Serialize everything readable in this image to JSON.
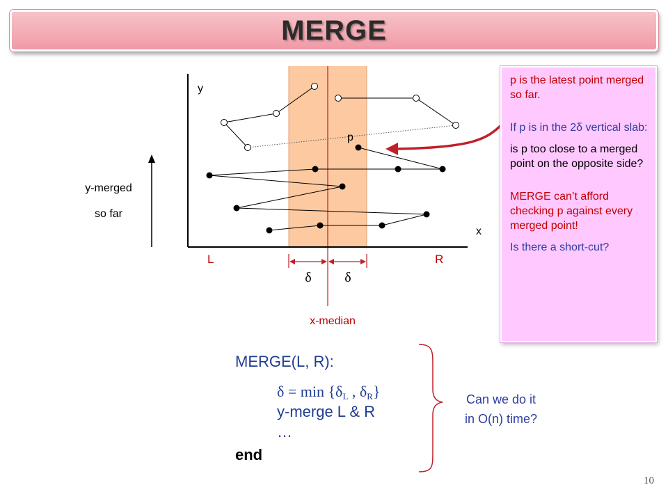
{
  "title": "MERGE",
  "axes": {
    "y_label": "y",
    "x_label": "x"
  },
  "side_label": {
    "line1": "y-merged",
    "line2": "so far"
  },
  "region_labels": {
    "left": "L",
    "right": "R"
  },
  "delta_symbol": "δ",
  "median_label": "x-median",
  "point_label": "p",
  "callout": {
    "line1": "p is the latest point merged so far.",
    "line2": "If p is in the 2δ vertical slab:",
    "line3": "is p too close to a merged point on the opposite side?",
    "line4": "MERGE can’t afford checking p against every merged point!",
    "line5": "Is there a short-cut?"
  },
  "code": {
    "header": "MERGE(L, R):",
    "delta_line_prefix": "δ = min {δ",
    "sub_L": "L",
    "comma": " , δ",
    "sub_R": "R",
    "close": "}",
    "ymerge": "y-merge L & R",
    "ellipsis": "…",
    "end": "end"
  },
  "question": {
    "line1": "Can we do it",
    "line2": "in O(n) time?"
  },
  "page_number": "10",
  "colors": {
    "slab": "#fdc9a0",
    "callout_bg": "#ffc8ff",
    "arrow": "#c0202a",
    "title_bar": "#f3a9b2"
  }
}
